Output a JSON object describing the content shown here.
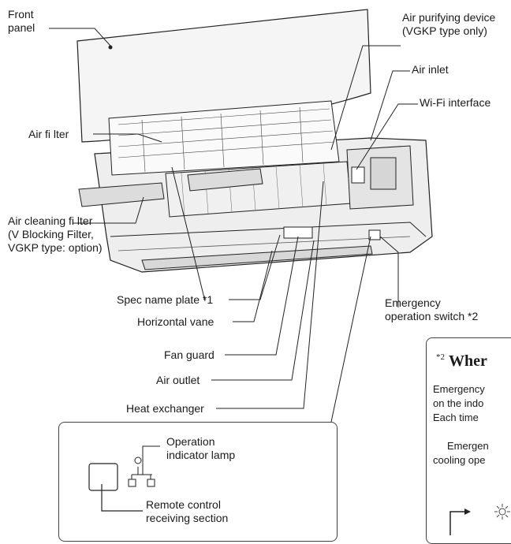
{
  "labels": {
    "front_panel": "Front\npanel",
    "air_purifying": "Air purifying device\n(VGKP type only)",
    "air_inlet": "Air inlet",
    "wifi": "Wi-Fi interface",
    "air_filter": "Air fi lter",
    "air_cleaning": "Air cleaning fi lter\n(V Blocking Filter,\nVGKP type: option)",
    "spec_plate": "Spec name plate *1",
    "horizontal_vane": "Horizontal vane",
    "fan_guard": "Fan guard",
    "air_outlet": "Air outlet",
    "heat_exchanger": "Heat exchanger",
    "emergency_switch": "Emergency\noperation switch *2",
    "operation_lamp": "Operation\nindicator lamp",
    "remote_section": "Remote control\nreceiving section"
  },
  "callout": {
    "superscript": "*2",
    "heading": "Wher",
    "line1": "Emergency",
    "line2": "on the indo",
    "line3": "Each time",
    "line4": "Emergen",
    "line5": "cooling ope"
  },
  "colors": {
    "line": "#222222",
    "panel_fill": "#f4f4f4",
    "unit_fill": "#e6e6e6"
  }
}
